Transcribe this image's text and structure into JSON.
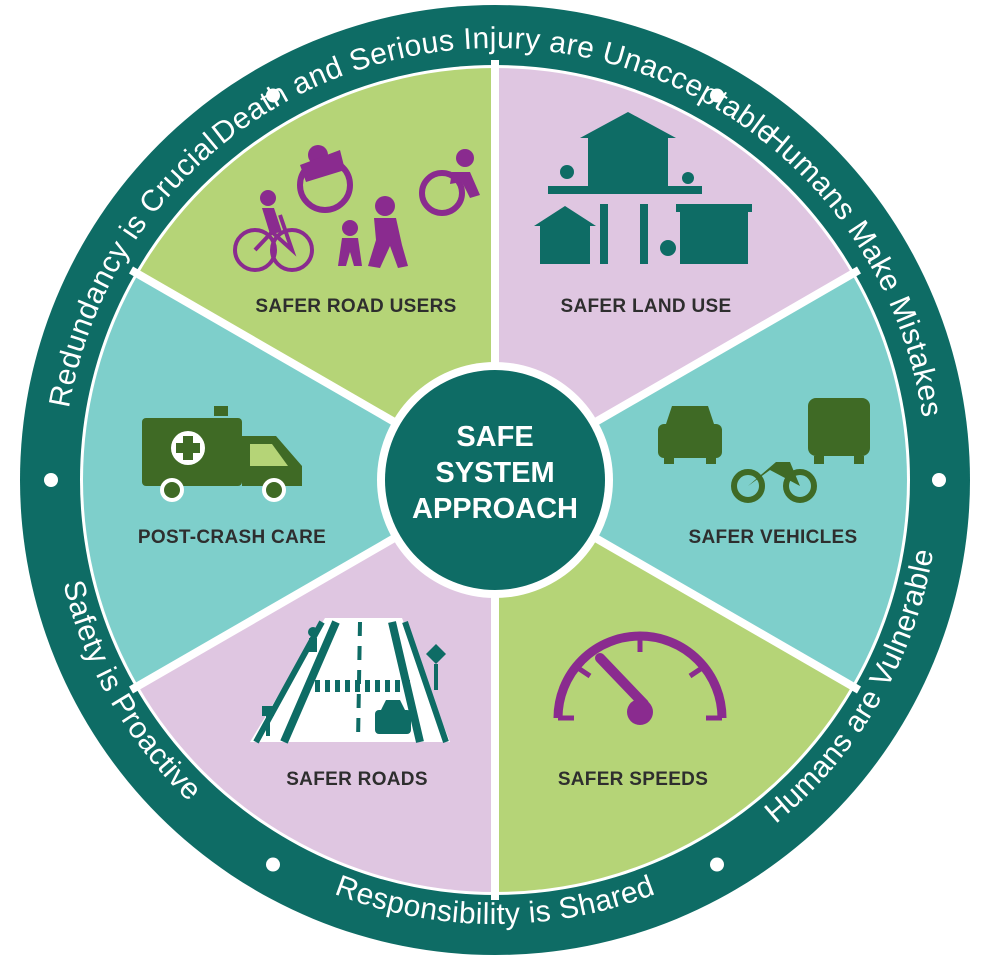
{
  "center": {
    "lines": [
      "SAFE",
      "SYSTEM",
      "APPROACH"
    ]
  },
  "segments": [
    {
      "label": "SAFER ROAD USERS",
      "color": "#dfc6e1"
    },
    {
      "label": "SAFER LAND USE",
      "color": "#7ecfcb"
    },
    {
      "label": "SAFER VEHICLES",
      "color": "#b5d477"
    },
    {
      "label": "SAFER SPEEDS",
      "color": "#dfc6e1"
    },
    {
      "label": "SAFER ROADS",
      "color": "#7ecfcb"
    },
    {
      "label": "POST-CRASH CARE",
      "color": "#b5d477"
    }
  ],
  "principles": [
    "Death and Serious Injury are Unacceptable",
    "Humans Make Mistakes",
    "Humans are Vulnerable",
    "Responsibility is Shared",
    "Safety is Proactive",
    "Redundancy is Crucial"
  ],
  "colors": {
    "ring": "#0e6c65",
    "center": "#0e6c65",
    "purple_icon": "#8a2b8f",
    "teal_icon": "#0e6c65",
    "green_icon": "#3f6a25"
  },
  "icons": {
    "road_users": "pedestrians-cyclist-wheelchair-icon",
    "land_use": "buildings-street-icon",
    "vehicles": "car-bus-motorcycle-icon",
    "speeds": "speedometer-icon",
    "roads": "road-crosswalk-icon",
    "post_crash": "ambulance-icon"
  }
}
